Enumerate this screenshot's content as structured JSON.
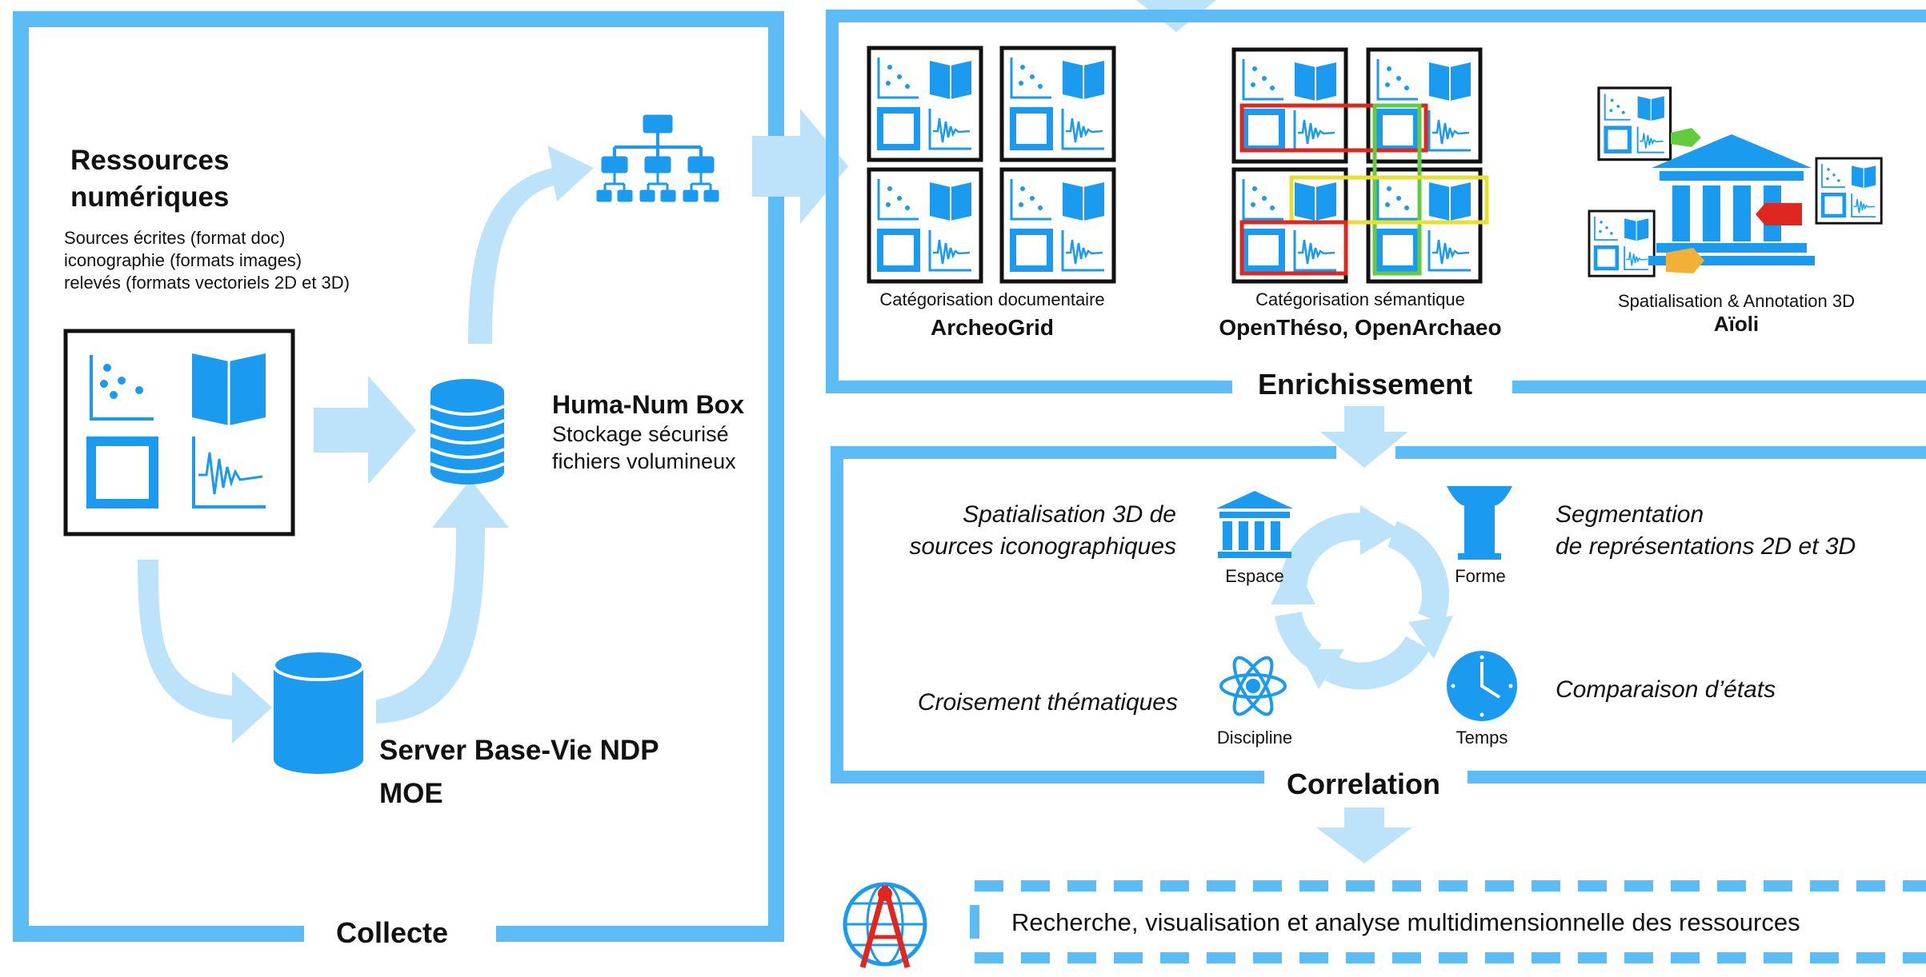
{
  "colors": {
    "blue": "#1a9bf0",
    "lightblue": "#bde3fb",
    "panel": "#5bbcf6",
    "red": "#e0271f",
    "yellow": "#e9df31",
    "green": "#62cc3e",
    "orange": "#f2b136",
    "black": "#111111"
  },
  "collecte": {
    "section_title": "Collecte",
    "resources_title_line1": "Ressources",
    "resources_title_line2": "numériques",
    "resources_lines": [
      "Sources écrites (format doc)",
      "iconographie (formats images)",
      "relevés (formats vectoriels 2D et 3D)"
    ],
    "humanum_title": "Huma-Num Box",
    "humanum_line1": "Stockage sécurisé",
    "humanum_line2": "fichiers volumineux",
    "server_line1": "Server Base-Vie NDP",
    "server_line2": "MOE"
  },
  "enrichissement": {
    "section_title": "Enrichissement",
    "items": [
      {
        "caption": "Catégorisation documentaire",
        "name": "ArcheoGrid"
      },
      {
        "caption": "Catégorisation sémantique",
        "name": "OpenThéso, OpenArchaeo"
      },
      {
        "caption": "Spatialisation & Annotation 3D",
        "name": "Aïoli"
      }
    ]
  },
  "correlation": {
    "section_title": "Correlation",
    "espace_label": "Espace",
    "forme_label": "Forme",
    "discipline_label": "Discipline",
    "temps_label": "Temps",
    "spatial_line1": "Spatialisation 3D de",
    "spatial_line2": "sources iconographiques",
    "segment_line1": "Segmentation",
    "segment_line2": "de représentations 2D et 3D",
    "croisement": "Croisement thématiques",
    "comparaison": "Comparaison d’états"
  },
  "recherche": {
    "text": "Recherche, visualisation et analyse multidimensionnelle des ressources"
  }
}
